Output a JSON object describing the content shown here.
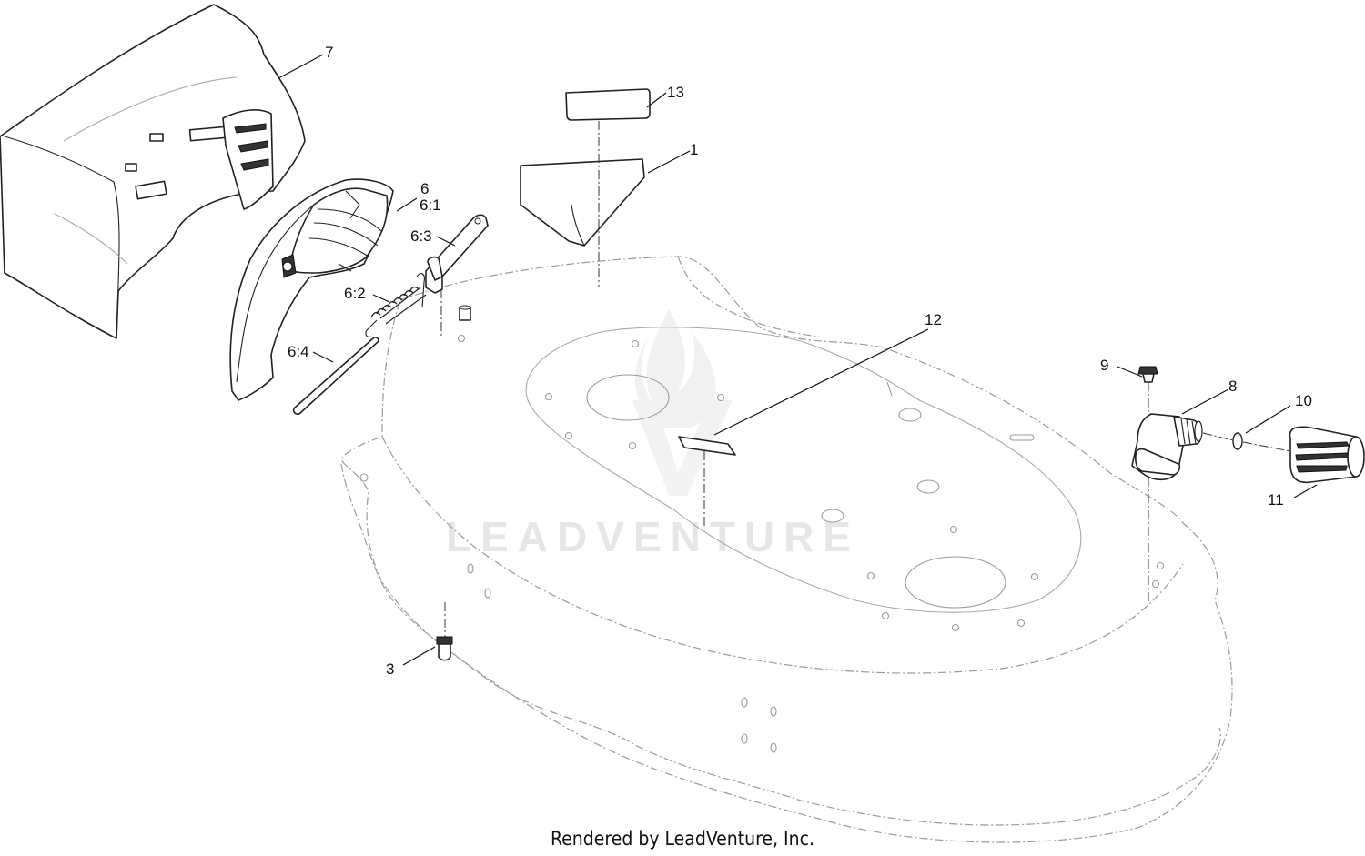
{
  "watermark": {
    "text": "LEADVENTURE"
  },
  "footer": {
    "text": "Rendered by LeadVenture, Inc."
  },
  "callouts": [
    {
      "id": "13",
      "label": "13"
    },
    {
      "id": "1",
      "label": "1"
    },
    {
      "id": "7",
      "label": "7"
    },
    {
      "id": "6",
      "label": "6"
    },
    {
      "id": "6-1",
      "label": "6:1"
    },
    {
      "id": "6-3",
      "label": "6:3"
    },
    {
      "id": "6-2",
      "label": "6:2"
    },
    {
      "id": "6-4",
      "label": "6:4"
    },
    {
      "id": "12",
      "label": "12"
    },
    {
      "id": "9",
      "label": "9"
    },
    {
      "id": "8",
      "label": "8"
    },
    {
      "id": "10",
      "label": "10"
    },
    {
      "id": "11",
      "label": "11"
    },
    {
      "id": "3",
      "label": "3"
    }
  ]
}
